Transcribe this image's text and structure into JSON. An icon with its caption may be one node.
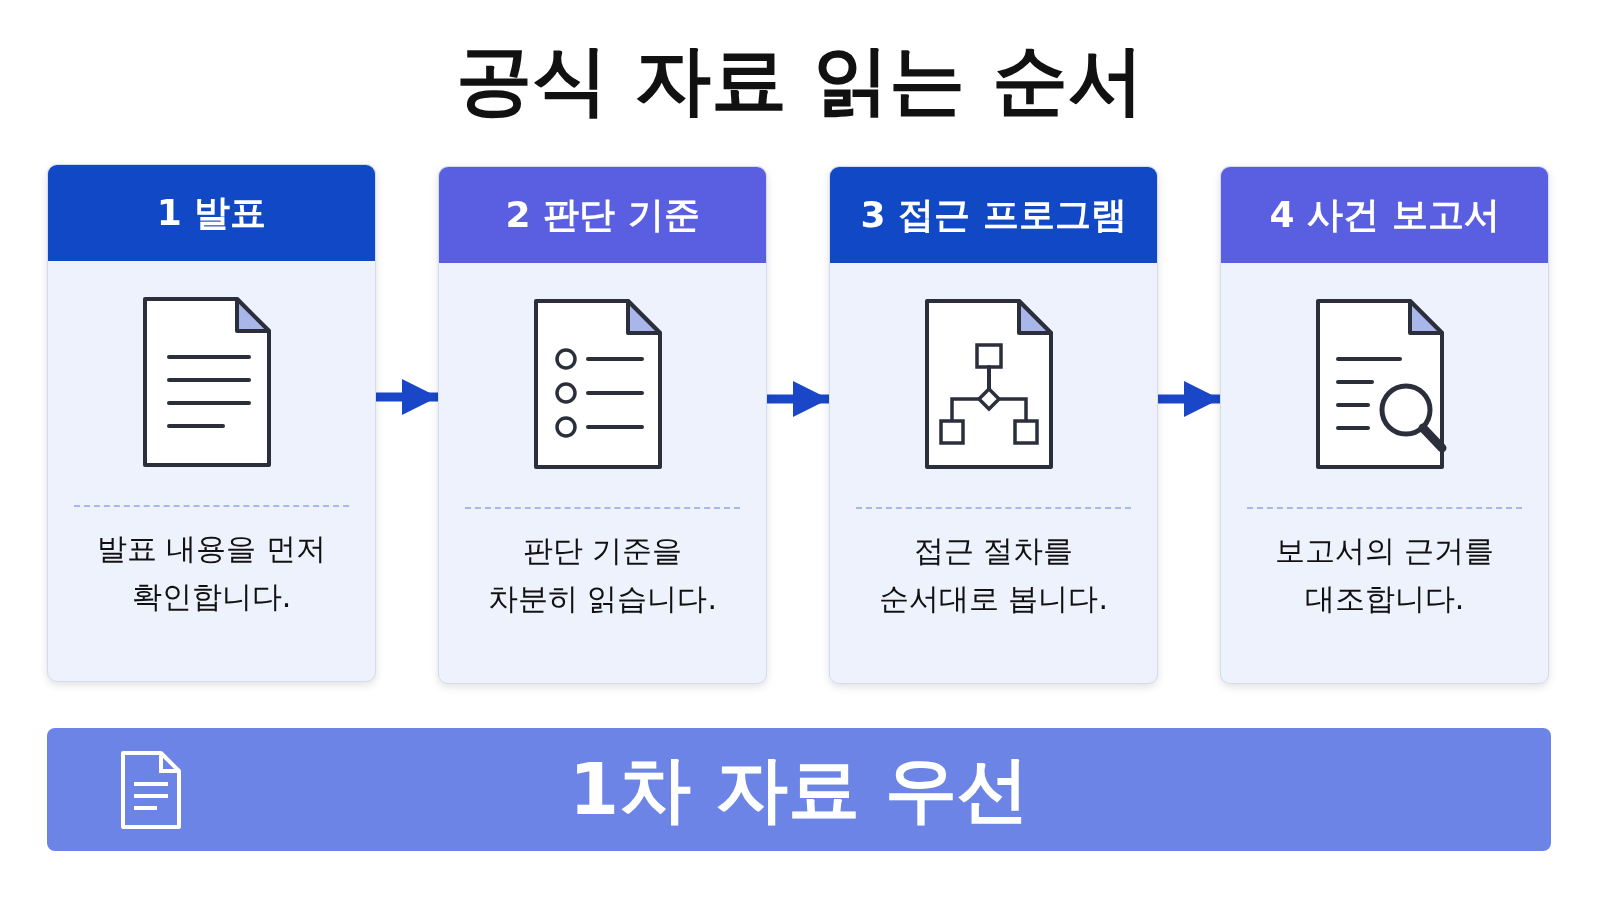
{
  "diagram": {
    "title": "공식 자료 읽는 순서",
    "nodes": [
      {
        "text": [
          "1 발표",
          "발표 내용을 먼저 확인합니다."
        ]
      },
      {
        "text": [
          "2 판단 기준",
          "판단 기준을 차분히 읽습니다."
        ]
      },
      {
        "text": [
          "3 접근 프로그램",
          "접근 절차를 순서대로 봅니다."
        ]
      },
      {
        "text": [
          "4 사건 보고서",
          "보고서의 근거를 대조합니다."
        ]
      },
      {
        "text": [
          "1차 자료 우선"
        ]
      }
    ],
    "edges": [
      {
        "from": 0,
        "to": 1,
        "arrow": "to"
      },
      {
        "from": 1,
        "to": 2,
        "arrow": "to"
      },
      {
        "from": 2,
        "to": 3,
        "arrow": "to"
      }
    ]
  }
}
